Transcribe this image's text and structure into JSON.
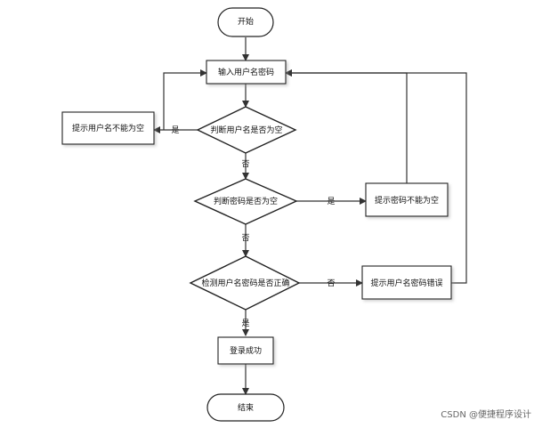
{
  "nodes": {
    "start": "开始",
    "input": "输入用户名密码",
    "check_username_empty": "判断用户名是否为空",
    "username_empty_tip": "提示用户名不能为空",
    "check_password_empty": "判断密码是否为空",
    "password_empty_tip": "提示密码不能为空",
    "check_credentials": "检测用户名密码是否正确",
    "credentials_error_tip": "提示用户名密码错误",
    "login_success": "登录成功",
    "end": "结束"
  },
  "edge_labels": {
    "yes_username": "是",
    "no_username": "否",
    "yes_password": "是",
    "no_password": "否",
    "no_credentials": "否",
    "yes_credentials": "是"
  },
  "watermark": "CSDN @便捷程序设计"
}
